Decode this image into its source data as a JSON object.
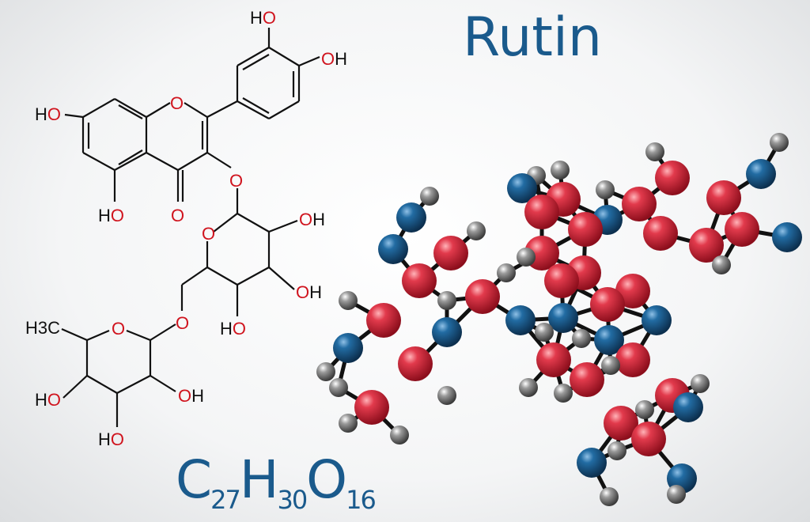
{
  "title": "Rutin",
  "formula": {
    "c": "C",
    "c_n": "27",
    "h": "H",
    "h_n": "30",
    "o": "O",
    "o_n": "16"
  },
  "labels": {
    "ho_top": "HO",
    "oh_top_right": "OH",
    "ho_left": "HO",
    "o_ring_c": "O",
    "o_link1": "O",
    "ho_c5": "HO",
    "o_carbonyl": "O",
    "o_glc_ring": "O",
    "oh_glc2": "OH",
    "oh_glc3": "OH",
    "ho_glc4": "HO",
    "o_link2": "O",
    "h3c": "H3C",
    "o_rha_ring": "O",
    "ho_rha4": "HO",
    "oh_rha2": "OH",
    "ho_rha3": "HO"
  },
  "colors": {
    "title": "#1a5a8c",
    "oxygen_label": "#d0141e",
    "ball_red": "#d7263b",
    "ball_blue": "#1c5a88",
    "ball_gray": "#8a8a8a"
  }
}
